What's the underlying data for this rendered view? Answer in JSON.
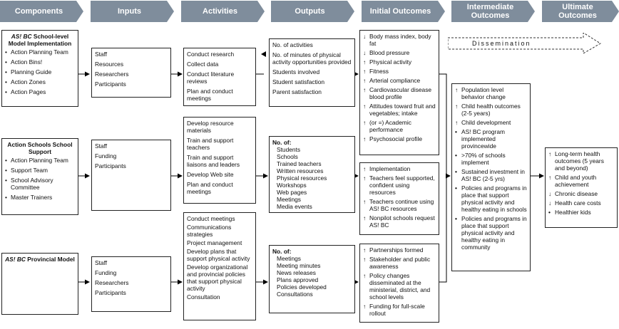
{
  "headers": {
    "components": "Components",
    "inputs": "Inputs",
    "activities": "Activities",
    "outputs": "Outputs",
    "initial_outcomes": "Initial Outcomes",
    "intermediate_outcomes": "Intermediate Outcomes",
    "ultimate_outcomes": "Ultimate Outcomes"
  },
  "components": {
    "school_level": {
      "title_em": "AS! BC",
      "title_rest": " School-level Model Implementation",
      "items": [
        "Action Planning Team",
        "Action Bins!",
        "Planning Guide",
        "Action Zones",
        "Action Pages"
      ]
    },
    "action_schools": {
      "title": "Action Schools School Support",
      "items": [
        "Action Planning Team",
        "Support Team",
        "School Advisory Committee",
        "Master Trainers"
      ]
    },
    "provincial": {
      "title_em": "AS! BC",
      "title_rest": " Provincial Model"
    }
  },
  "inputs": {
    "row1": [
      "Staff",
      "Resources",
      "Researchers",
      "Participants"
    ],
    "row2": [
      "Staff",
      "Funding",
      "Participants"
    ],
    "row3": [
      "Staff",
      "Funding",
      "Researchers",
      "Participants"
    ]
  },
  "activities": {
    "row1": [
      "Conduct research",
      "Collect data",
      "Conduct literature reviews",
      "Plan and conduct meetings"
    ],
    "row2": [
      "Develop resource materials",
      "Train and support teachers",
      "Train and support liaisons and leaders",
      "Develop Web site",
      "Plan and conduct meetings"
    ],
    "row3": [
      "Conduct meetings",
      "Communications strategies",
      "Project management",
      "Develop plans that support physical activity",
      "Develop organizational and provincial policies that support physical activity",
      "Consultation"
    ]
  },
  "outputs": {
    "row1": [
      "No. of activities",
      "No. of minutes of physical activity opportunities provided",
      "Students involved",
      "Student satisfaction",
      "Parent satisfaction"
    ],
    "row2_head": "No. of:",
    "row2": [
      "Students",
      "Schools",
      "Trained teachers",
      "Written resources",
      "Physical resources",
      "Workshops",
      "Web pages",
      "Meetings",
      "Media events"
    ],
    "row3_head": "No. of:",
    "row3": [
      "Meetings",
      "Meeting minutes",
      "News releases",
      "Plans approved",
      "Policies developed",
      "Consultations"
    ]
  },
  "initial_outcomes": {
    "row1": [
      {
        "dir": "dn",
        "text": "Body mass index, body fat"
      },
      {
        "dir": "dn",
        "text": "Blood pressure"
      },
      {
        "dir": "up",
        "text": "Physical activity"
      },
      {
        "dir": "up",
        "text": "Fitness"
      },
      {
        "dir": "up",
        "text": "Arterial compliance"
      },
      {
        "dir": "up",
        "text": "Cardiovascular disease blood profile"
      },
      {
        "dir": "up",
        "text": "Attitudes toward fruit and vegetables; intake"
      },
      {
        "dir": "up",
        "text": "(or =) Academic performance"
      },
      {
        "dir": "up",
        "text": "Psychosocial profile"
      }
    ],
    "row2": [
      {
        "dir": "up",
        "text": "Implementation"
      },
      {
        "dir": "up",
        "text": "Teachers feel supported, confident using resources"
      },
      {
        "dir": "up",
        "text": "Teachers continue using AS! BC resources"
      },
      {
        "dir": "up",
        "text": "Nonpilot schools request AS! BC"
      }
    ],
    "row3": [
      {
        "dir": "up",
        "text": "Partnerships formed"
      },
      {
        "dir": "up",
        "text": "Stakeholder and public awareness"
      },
      {
        "dir": "up",
        "text": "Policy changes disseminated at the ministerial, district, and school levels"
      },
      {
        "dir": "up",
        "text": "Funding for full-scale rollout"
      }
    ]
  },
  "dissemination": "Dissemination",
  "intermediate_outcomes": [
    {
      "dir": "up",
      "text": "Population level behavior change"
    },
    {
      "dir": "up",
      "text": "Child health outcomes (2-5 years)"
    },
    {
      "dir": "up",
      "text": "Child development"
    },
    {
      "dir": "dot",
      "text": "AS! BC program implemented provincewide"
    },
    {
      "dir": "dot",
      "text": ">70% of schools implement"
    },
    {
      "dir": "dot",
      "text": "Sustained investment in AS! BC (2-5 yrs)"
    },
    {
      "dir": "dot",
      "text": "Policies and programs in place that support physical activity and healthy eating in schools"
    },
    {
      "dir": "dot",
      "text": "Policies and programs in place that support physical activity and healthy eating in community"
    }
  ],
  "ultimate_outcomes": [
    {
      "dir": "up",
      "text": "Long-term health outcomes (5 years and beyond)"
    },
    {
      "dir": "up",
      "text": "Child and youth achievement"
    },
    {
      "dir": "dn",
      "text": "Chronic disease"
    },
    {
      "dir": "dn",
      "text": "Health care costs"
    },
    {
      "dir": "dot",
      "text": "Healthier kids"
    }
  ]
}
